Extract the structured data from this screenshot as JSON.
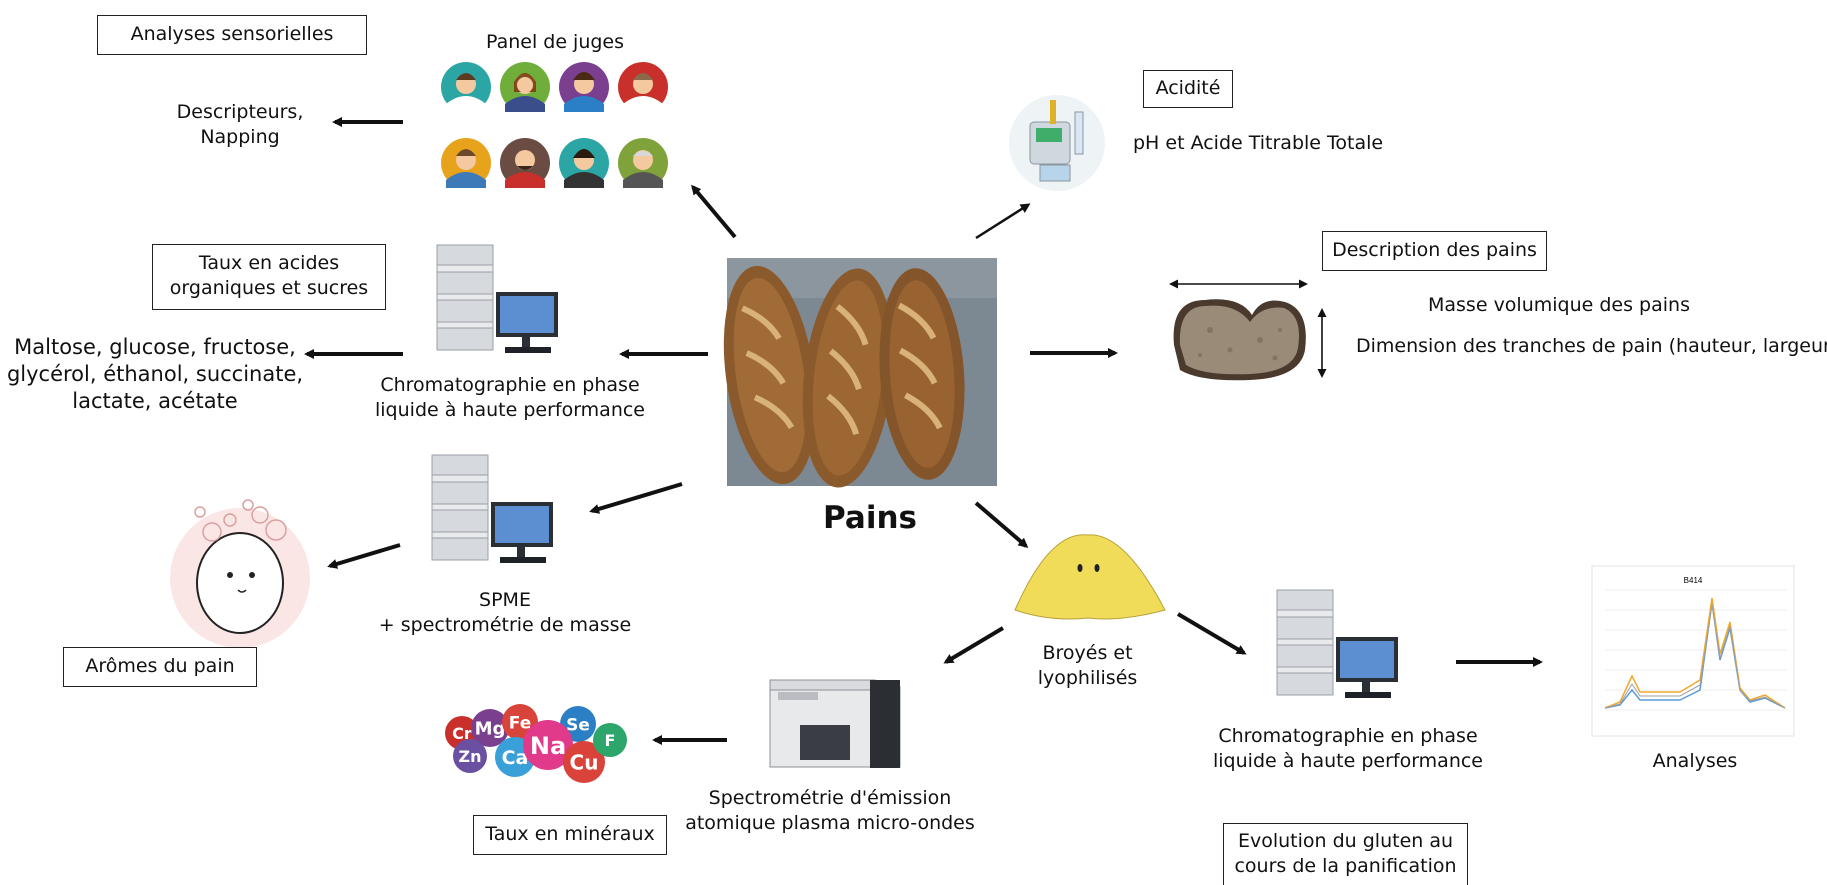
{
  "center": {
    "title": "Pains"
  },
  "boxes": {
    "sensory": "Analyses sensorielles",
    "acidity": "Acidité",
    "description": "Description des pains",
    "acids_sugars": [
      "Taux en acides",
      "organiques et sucres"
    ],
    "aromas": "Arômes du pain",
    "minerals": "Taux en minéraux",
    "gluten": [
      "Evolution du gluten au",
      "cours de la panification"
    ]
  },
  "labels": {
    "panel": "Panel de juges",
    "descriptors": [
      "Descripteurs,",
      "Napping"
    ],
    "ph": "pH et Acide Titrable Totale",
    "masse": "Masse volumique des pains",
    "dimension": "Dimension des tranches de pain (hauteur, largeur)",
    "sugars": [
      "Maltose, glucose, fructose,",
      "glycérol, éthanol, succinate,",
      "lactate, acétate"
    ],
    "hplc1": [
      "Chromatographie en phase",
      "liquide à haute performance"
    ],
    "spme": [
      "SPME",
      "+ spectrométrie de masse"
    ],
    "broyes": [
      "Broyés et",
      "lyophilisés"
    ],
    "hplc2": [
      "Chromatographie en phase",
      "liquide à haute performance"
    ],
    "spectro": [
      "Spectrométrie d'émission",
      "atomique plasma micro-ondes"
    ],
    "analyses": "Analyses"
  },
  "minerals": [
    "Cr",
    "Mg",
    "Fe",
    "Se",
    "Zn",
    "Ca",
    "Na",
    "Cu",
    "F"
  ],
  "chart_thumb_title": "B414",
  "colors": {
    "arrow": "#111111",
    "crust": "#8a5a2c",
    "bg_photo": "#7b8790",
    "flour": "#f1dc5a",
    "avatar_bg": [
      "#2ca6a4",
      "#6fae3a",
      "#7a3f8e",
      "#c9302c",
      "#e8a31d",
      "#6b4c43",
      "#2ca6a4",
      "#7fa23a"
    ]
  }
}
